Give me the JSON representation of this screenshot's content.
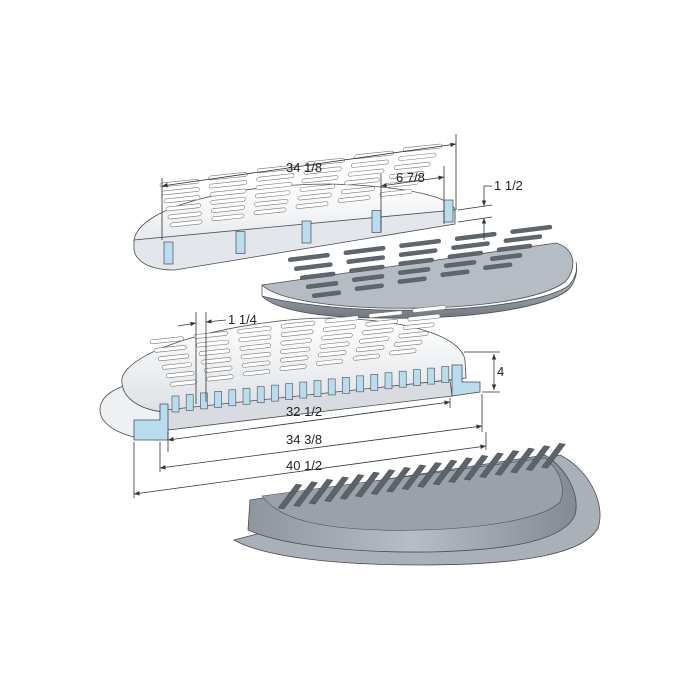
{
  "dimensions": {
    "grate_width": "34 1/8",
    "bar_spacing": "6 7/8",
    "grate_thickness": "1 1/2",
    "frame_flange": "1 1/4",
    "frame_height": "4",
    "frame_inner": "32 1/2",
    "frame_seat": "34 3/8",
    "frame_outer": "40 1/2"
  },
  "colors": {
    "section": "#b9dcef",
    "body_light": "#f3f4f6",
    "body_mid": "#cfd4da",
    "metal_dark": "#7d848c",
    "metal_light": "#bfc5cc"
  }
}
